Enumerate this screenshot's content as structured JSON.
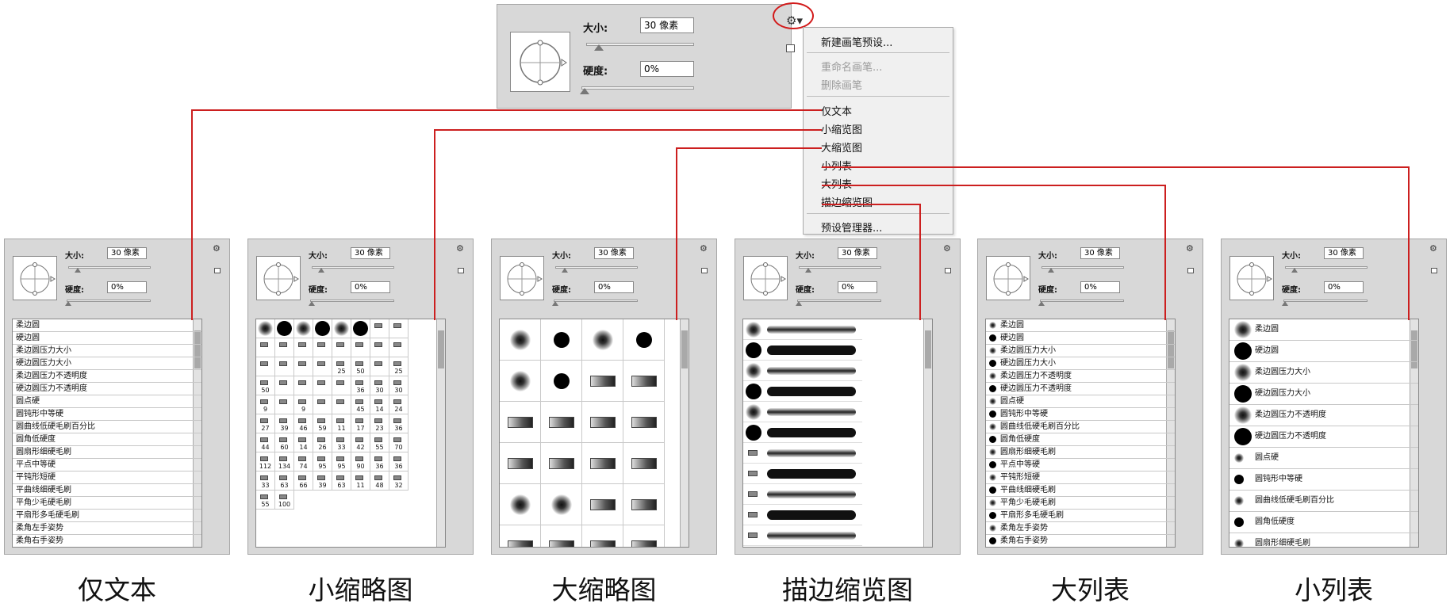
{
  "top_panel": {
    "size_label": "大小:",
    "size_value": "30 像素",
    "hardness_label": "硬度:",
    "hardness_value": "0%",
    "gear_icon": "gear-icon"
  },
  "menu": {
    "items": [
      {
        "label": "新建画笔预设...",
        "enabled": true
      },
      {
        "label": "重命名画笔...",
        "enabled": false
      },
      {
        "label": "删除画笔",
        "enabled": false
      },
      {
        "label": "仅文本",
        "enabled": true
      },
      {
        "label": "小缩览图",
        "enabled": true
      },
      {
        "label": "大缩览图",
        "enabled": true
      },
      {
        "label": "小列表",
        "enabled": true
      },
      {
        "label": "大列表",
        "enabled": true
      },
      {
        "label": "描边缩览图",
        "enabled": true
      },
      {
        "label": "预设管理器...",
        "enabled": true
      }
    ]
  },
  "panel_labels": {
    "size": "大小:",
    "size_value": "30 像素",
    "hardness": "硬度:",
    "hardness_value": "0%"
  },
  "brush_names": [
    "柔边圆",
    "硬边圆",
    "柔边圆压力大小",
    "硬边圆压力大小",
    "柔边圆压力不透明度",
    "硬边圆压力不透明度",
    "圆点硬",
    "圆钝形中等硬",
    "圆曲线低硬毛刷百分比",
    "圆角低硬度",
    "圆扇形细硬毛刷",
    "平点中等硬",
    "平钝形短硬",
    "平曲线细硬毛刷",
    "平角少毛硬毛刷",
    "平扇形多毛硬毛刷",
    "柔角左手姿势",
    "柔角右手姿势"
  ],
  "large_list_names": [
    "柔边圆",
    "硬边圆",
    "柔边圆压力大小",
    "硬边圆压力大小",
    "柔边圆压力不透明度",
    "硬边圆压力不透明度",
    "圆点硬",
    "圆钝形中等硬",
    "圆曲线低硬毛刷百分比",
    "圆角低硬度",
    "圆扇形细硬毛刷"
  ],
  "small_thumb_numbers": [
    "",
    "",
    "",
    "",
    "",
    "",
    "",
    "",
    "",
    "",
    "",
    "",
    "",
    "",
    "",
    "",
    "",
    "",
    "",
    "",
    "25",
    "50",
    "",
    "25",
    "50",
    "",
    "",
    "",
    "",
    "36",
    "30",
    "30",
    "9",
    "",
    "9",
    "",
    "",
    "45",
    "14",
    "24",
    "27",
    "39",
    "46",
    "59",
    "11",
    "17",
    "23",
    "36",
    "44",
    "60",
    "14",
    "26",
    "33",
    "42",
    "55",
    "70",
    "112",
    "134",
    "74",
    "95",
    "95",
    "90",
    "36",
    "36",
    "33",
    "63",
    "66",
    "39",
    "63",
    "11",
    "48",
    "32",
    "55",
    "100"
  ],
  "captions": [
    "仅文本",
    "小缩略图",
    "大缩略图",
    "描边缩览图",
    "大列表",
    "小列表"
  ]
}
